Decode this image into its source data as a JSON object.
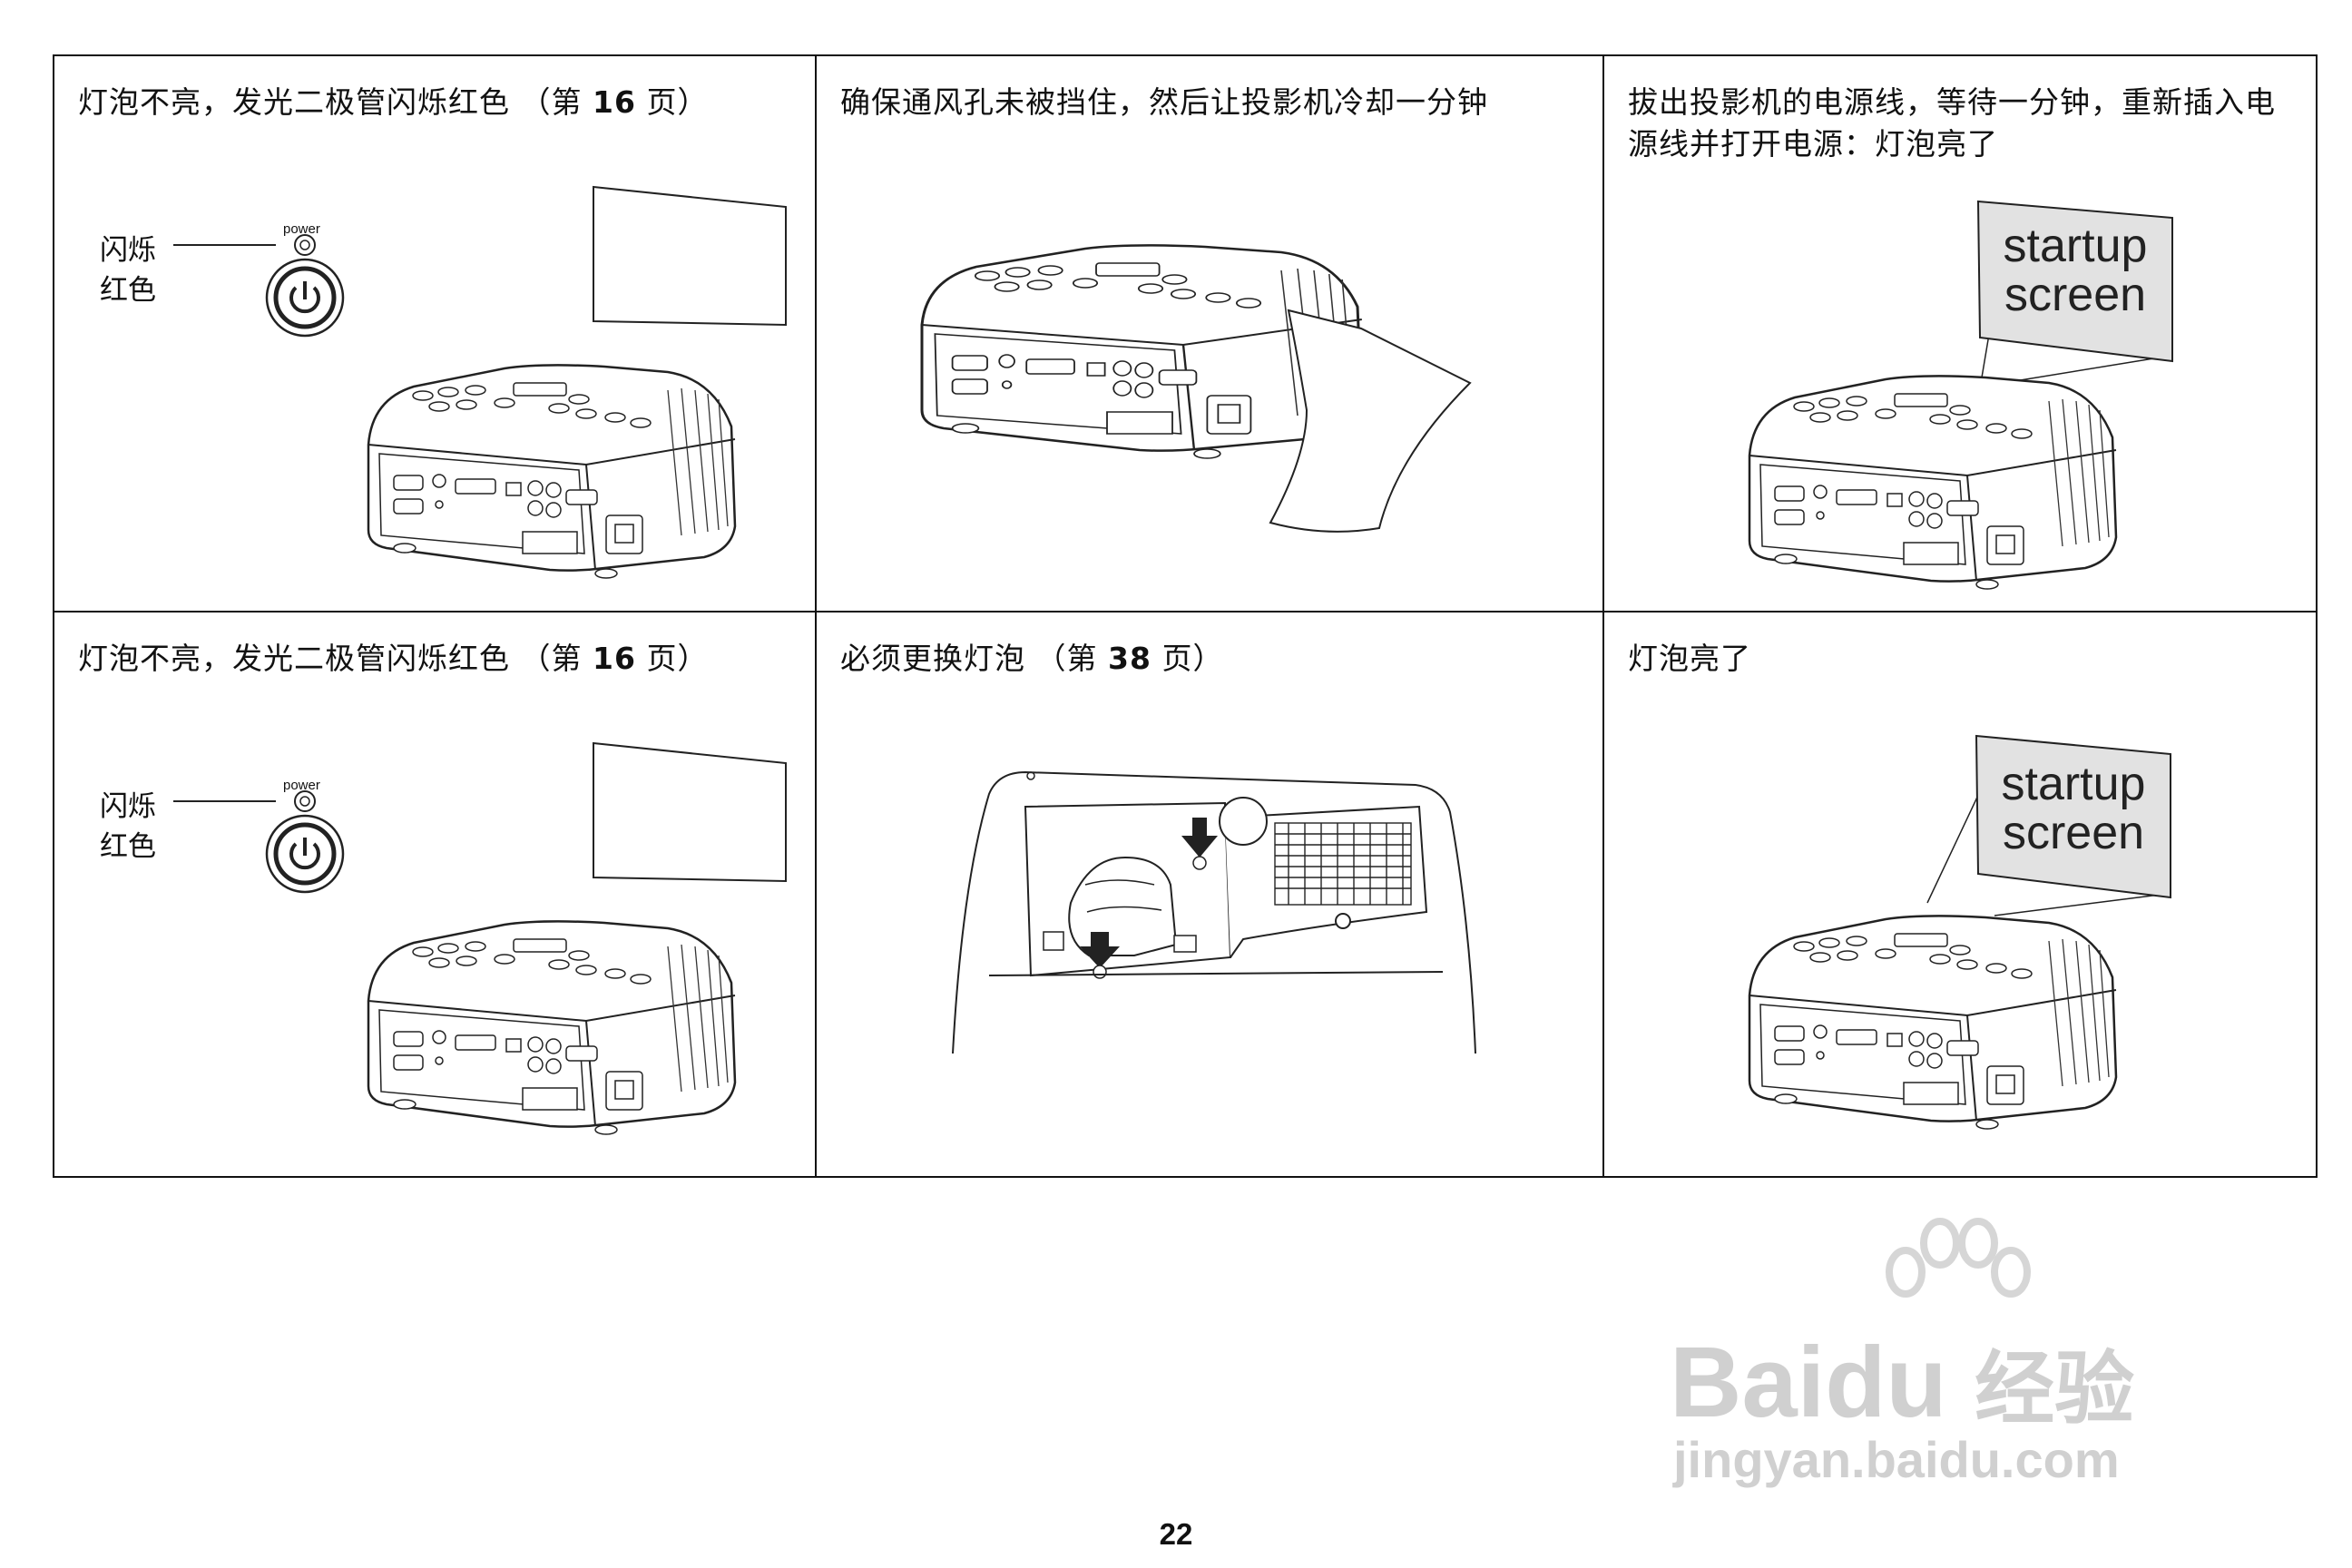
{
  "panels": [
    {
      "caption": "灯泡不亮，发光二极管闪烁红色 （第",
      "page": "16",
      "caption_end": "页）",
      "indicator_label_1": "闪烁",
      "indicator_label_2": "红色",
      "power_word": "power"
    },
    {
      "caption": "确保通风孔未被挡住，然后让投影机冷却一分钟"
    },
    {
      "caption": "拔出投影机的电源线，等待一分钟，重新插入电源线并打开电源：灯泡亮了",
      "screen_line_1": "startup",
      "screen_line_2": "screen"
    },
    {
      "caption": "灯泡不亮，发光二极管闪烁红色 （第",
      "page": "16",
      "caption_end": "页）",
      "indicator_label_1": "闪烁",
      "indicator_label_2": "红色",
      "power_word": "power"
    },
    {
      "caption": "必须更换灯泡 （第",
      "page": "38",
      "caption_end": "页）"
    },
    {
      "caption": "灯泡亮了",
      "screen_line_1": "startup",
      "screen_line_2": "screen"
    }
  ],
  "page_number": "22",
  "watermark": {
    "brand": "Bai",
    "brand_suffix": "du",
    "product": "经验",
    "url": "jingyan.baidu.com"
  }
}
